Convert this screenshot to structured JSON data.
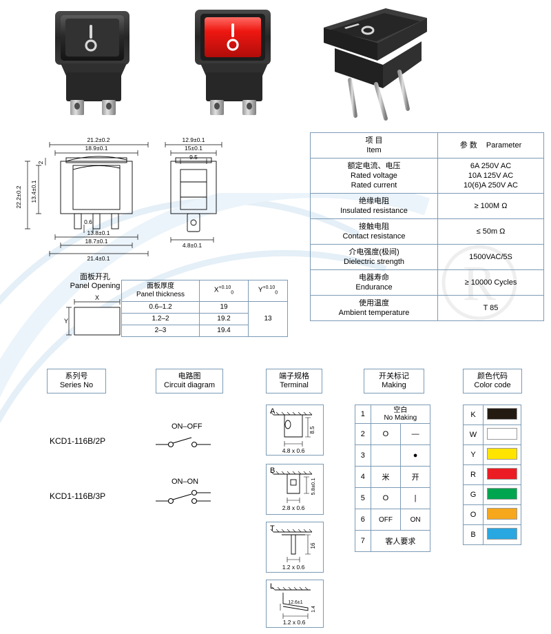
{
  "product": {
    "series": [
      "KCD1-116B/2P",
      "KCD1-116B/3P"
    ]
  },
  "photos": {
    "items": [
      {
        "name": "black-rocker-switch-2pin",
        "marking": "I",
        "body_color": "#2b2b2b",
        "actuator_color": "#2b2b2b"
      },
      {
        "name": "red-rocker-switch-2pin",
        "marking": "I",
        "body_color": "#2b2b2b",
        "actuator_color": "#ee1111"
      },
      {
        "name": "black-rocker-switch-3pin",
        "marking": "I",
        "body_color": "#2b2b2b",
        "actuator_color": "#2b2b2b"
      }
    ]
  },
  "drawings": {
    "front": {
      "dims": [
        "21.2±0.2",
        "18.9±0.1",
        "22.2±0.2",
        "13.4±0.1",
        "2",
        "0.6",
        "13.8±0.1",
        "18.7±0.1",
        "21.4±0.1"
      ]
    },
    "side": {
      "dims": [
        "12.9±0.1",
        "15±0.1",
        "9.5",
        "4.8±0.1"
      ]
    }
  },
  "panel_opening": {
    "title_cn": "面板开孔",
    "title_en": "Panel Opening",
    "axis_x": "X",
    "axis_y": "Y",
    "headers": [
      {
        "cn": "面板厚度",
        "en": "Panel thickness"
      },
      {
        "main": "X",
        "sup": "+0.10",
        "sub": "0"
      },
      {
        "main": "Y",
        "sup": "+0.10",
        "sub": "0"
      }
    ],
    "rows": [
      {
        "thickness": "0.6–1.2",
        "x": "19"
      },
      {
        "thickness": "1.2–2",
        "x": "19.2"
      },
      {
        "thickness": "2–3",
        "x": "19.4"
      }
    ],
    "y_value": "13"
  },
  "parameters": {
    "header": [
      {
        "cn": "项 目",
        "en": "Item"
      },
      {
        "cn": "参 数",
        "en": "Parameter"
      }
    ],
    "rows": [
      {
        "item_cn": "额定电流、电压",
        "item_en": "Rated voltage",
        "item_en2": "Rated current",
        "values": [
          "6A  250V AC",
          "10A 125V AC",
          "10(6)A  250V AC"
        ]
      },
      {
        "item_cn": "绝缘电阻",
        "item_en": "Insulated resistance",
        "values": [
          "≥ 100M Ω"
        ]
      },
      {
        "item_cn": "接触电阻",
        "item_en": "Contact resistance",
        "values": [
          "≤ 50m Ω"
        ]
      },
      {
        "item_cn": "介电强度(极间)",
        "item_en": "Dielectric strength",
        "values": [
          "1500VAC/5S"
        ]
      },
      {
        "item_cn": "电器寿命",
        "item_en": "Endurance",
        "values": [
          "≥ 10000 Cycles"
        ]
      },
      {
        "item_cn": "使用温度",
        "item_en": "Ambient temperature",
        "values": [
          "T 85"
        ]
      }
    ]
  },
  "bottom": {
    "headers": [
      {
        "cn": "系列号",
        "en": "Series No"
      },
      {
        "cn": "电路图",
        "en": "Circuit diagram"
      },
      {
        "cn": "端子规格",
        "en": "Terminal"
      },
      {
        "cn": "开关标记",
        "en": "Making"
      },
      {
        "cn": "颜色代码",
        "en": "Color code"
      }
    ],
    "circuits": [
      {
        "series": "KCD1-116B/2P",
        "label": "ON–OFF"
      },
      {
        "series": "KCD1-116B/3P",
        "label": "ON–ON"
      }
    ],
    "terminals": [
      {
        "letter": "A",
        "height": "8.5",
        "width": "4.8 x 0.6"
      },
      {
        "letter": "B",
        "height": "5.8±0.1",
        "width": "2.8 x 0.6"
      },
      {
        "letter": "T",
        "height": "16",
        "width": "1.2 x 0.6"
      },
      {
        "letter": "L",
        "height": "1.4",
        "length": "12.6±1",
        "width": "1.2 x 0.6"
      }
    ],
    "making": {
      "head_cn": "空白",
      "head_en": "No Making",
      "rows": [
        {
          "no": "1",
          "left": "",
          "right": ""
        },
        {
          "no": "2",
          "left": "O",
          "right": "—"
        },
        {
          "no": "3",
          "left": "",
          "right": "●"
        },
        {
          "no": "4",
          "left": "米",
          "right": "开"
        },
        {
          "no": "5",
          "left": "O",
          "right": "|"
        },
        {
          "no": "6",
          "left": "OFF",
          "right": "ON"
        },
        {
          "no": "7",
          "left": "客人要求",
          "right": ""
        }
      ]
    },
    "colors": [
      {
        "code": "K",
        "hex": "#231a12"
      },
      {
        "code": "W",
        "hex": "#ffffff"
      },
      {
        "code": "Y",
        "hex": "#ffe400"
      },
      {
        "code": "R",
        "hex": "#ec1c24"
      },
      {
        "code": "G",
        "hex": "#00a550"
      },
      {
        "code": "O",
        "hex": "#f6a71c"
      },
      {
        "code": "B",
        "hex": "#29a7e1"
      }
    ]
  }
}
